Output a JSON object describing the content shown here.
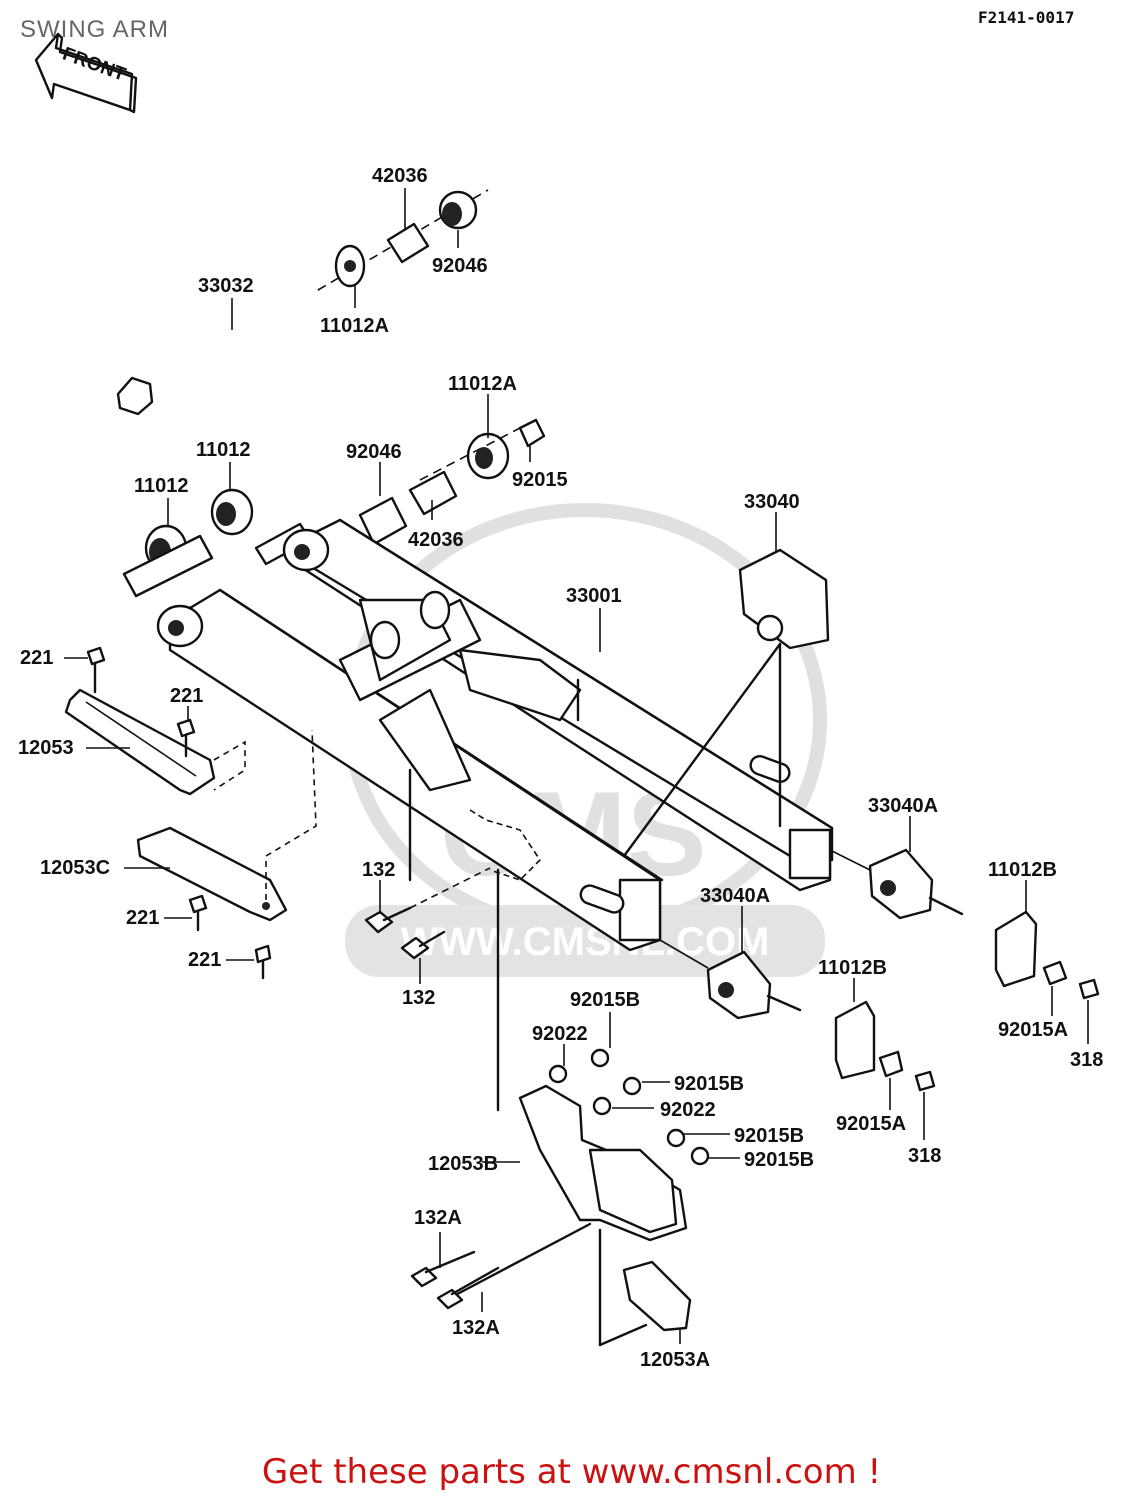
{
  "page": {
    "title": "SWING ARM",
    "figure_code": "F2141-0017",
    "footer_link": "Get these parts at www.cmsnl.com !"
  },
  "watermark": {
    "brand": "CMS",
    "url": "WWW.CMSNL.COM"
  },
  "front_arrow": {
    "label": "FRONT"
  },
  "parts": [
    {
      "id": "p1",
      "number": "42036"
    },
    {
      "id": "p2",
      "number": "92046"
    },
    {
      "id": "p3",
      "number": "33032"
    },
    {
      "id": "p4",
      "number": "11012A"
    },
    {
      "id": "p5",
      "number": "11012A"
    },
    {
      "id": "p6",
      "number": "11012"
    },
    {
      "id": "p7",
      "number": "92046"
    },
    {
      "id": "p8",
      "number": "11012"
    },
    {
      "id": "p9",
      "number": "92015"
    },
    {
      "id": "p10",
      "number": "42036"
    },
    {
      "id": "p11",
      "number": "33040"
    },
    {
      "id": "p12",
      "number": "33001"
    },
    {
      "id": "p13",
      "number": "221"
    },
    {
      "id": "p14",
      "number": "221"
    },
    {
      "id": "p15",
      "number": "12053"
    },
    {
      "id": "p16",
      "number": "33040A"
    },
    {
      "id": "p17",
      "number": "12053C"
    },
    {
      "id": "p18",
      "number": "132"
    },
    {
      "id": "p19",
      "number": "11012B"
    },
    {
      "id": "p20",
      "number": "221"
    },
    {
      "id": "p21",
      "number": "33040A"
    },
    {
      "id": "p22",
      "number": "221"
    },
    {
      "id": "p23",
      "number": "132"
    },
    {
      "id": "p24",
      "number": "11012B"
    },
    {
      "id": "p25",
      "number": "92015B"
    },
    {
      "id": "p26",
      "number": "92022"
    },
    {
      "id": "p27",
      "number": "92015A"
    },
    {
      "id": "p28",
      "number": "318"
    },
    {
      "id": "p29",
      "number": "92015B"
    },
    {
      "id": "p30",
      "number": "92022"
    },
    {
      "id": "p31",
      "number": "92015A"
    },
    {
      "id": "p32",
      "number": "318"
    },
    {
      "id": "p33",
      "number": "92015B"
    },
    {
      "id": "p34",
      "number": "12053B"
    },
    {
      "id": "p35",
      "number": "92015B"
    },
    {
      "id": "p36",
      "number": "132A"
    },
    {
      "id": "p37",
      "number": "132A"
    },
    {
      "id": "p38",
      "number": "12053A"
    }
  ]
}
